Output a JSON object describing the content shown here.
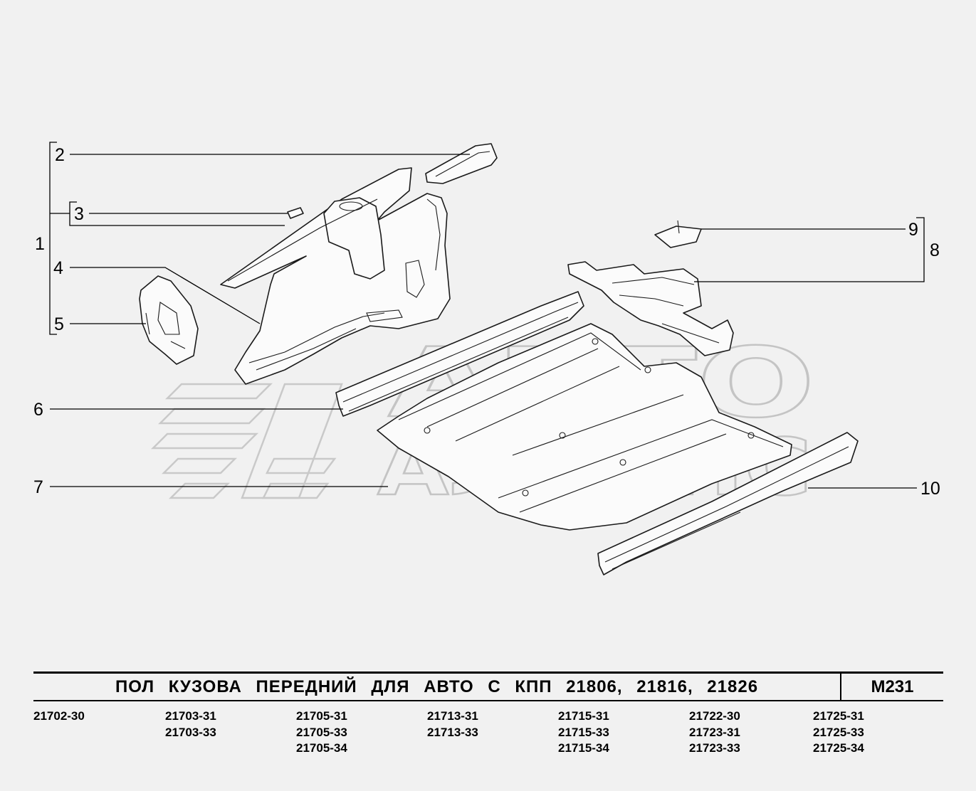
{
  "title": "ПОЛ КУЗОВА ПЕРЕДНИЙ ДЛЯ АВТО С КПП 21806, 21816, 21826",
  "page_code": "M231",
  "watermark": {
    "line1": "АВТО",
    "line2": "АЛЬЯНС"
  },
  "callouts": [
    "1",
    "2",
    "3",
    "4",
    "5",
    "6",
    "7",
    "8",
    "9",
    "10"
  ],
  "model_columns": [
    [
      "21702-30"
    ],
    [
      "21703-31",
      "21703-33"
    ],
    [
      "21705-31",
      "21705-33",
      "21705-34"
    ],
    [
      "21713-31",
      "21713-33"
    ],
    [
      "21715-31",
      "21715-33",
      "21715-34"
    ],
    [
      "21722-30",
      "21723-31",
      "21723-33"
    ],
    [
      "21725-31",
      "21725-33",
      "21725-34"
    ]
  ],
  "colors": {
    "background": "#f1f1f1",
    "line": "#1a1a1a",
    "watermark": "#c4c4c4"
  }
}
